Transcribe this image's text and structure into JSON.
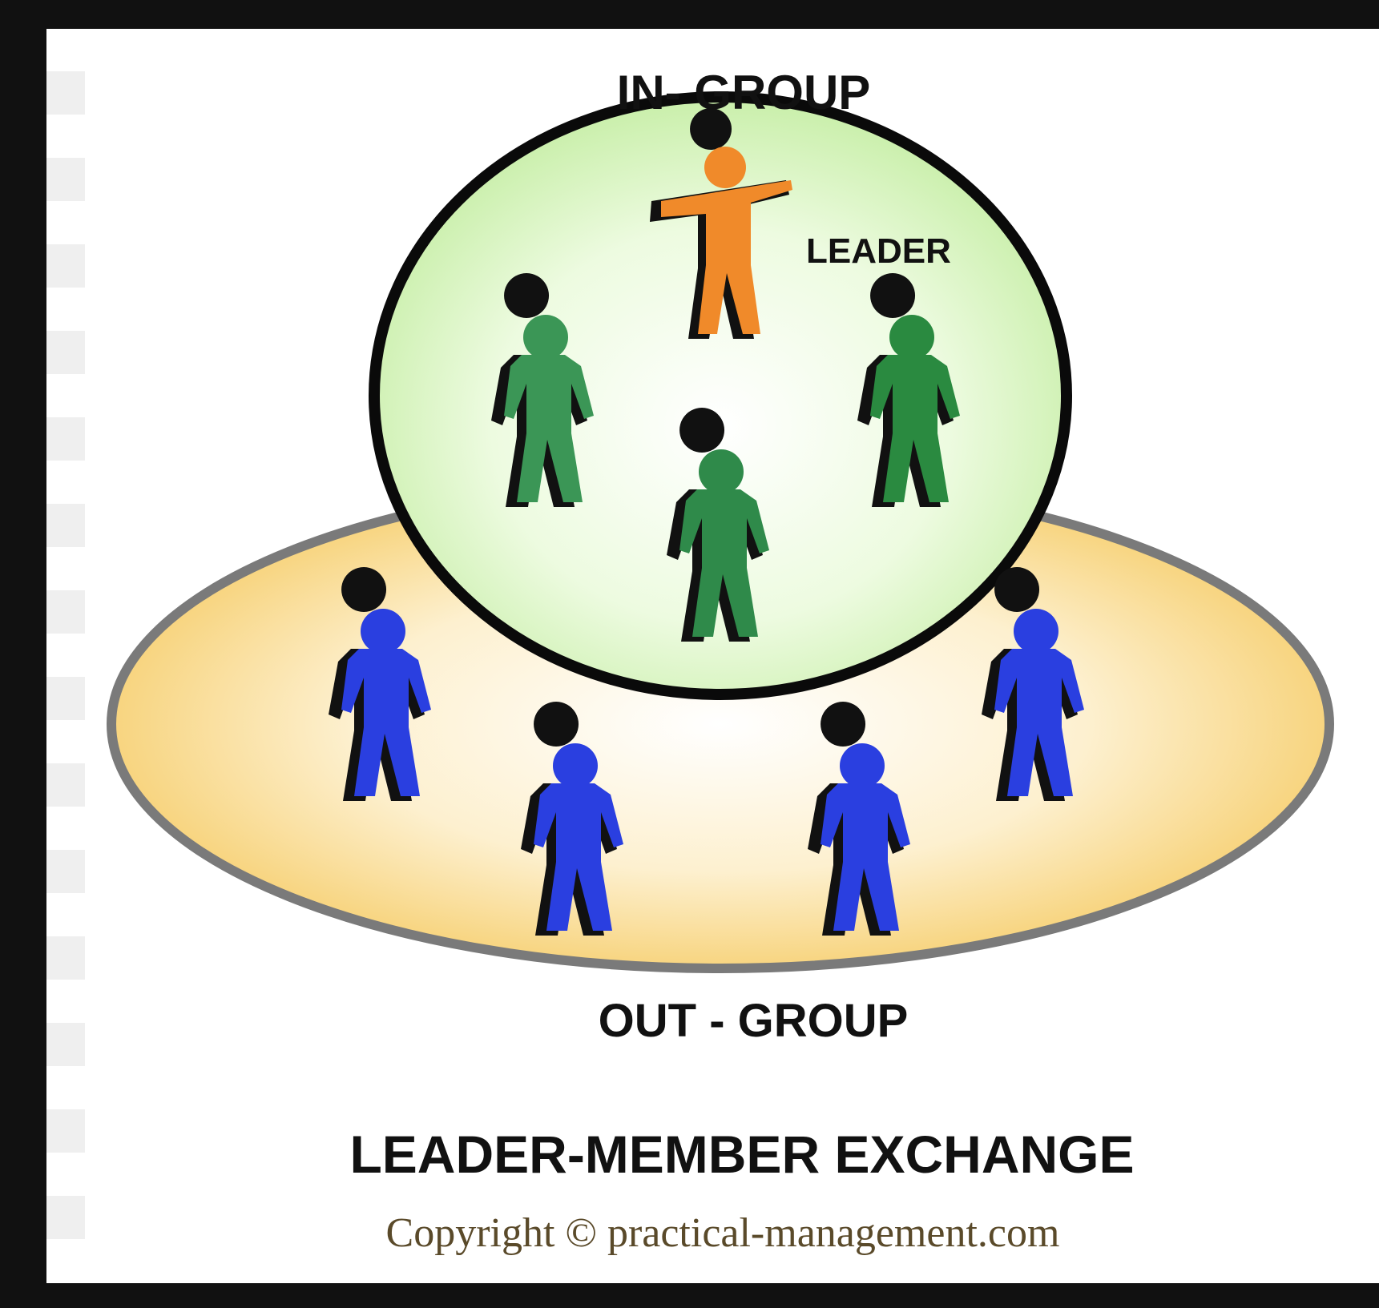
{
  "diagram": {
    "in_group_label": "IN- GROUP",
    "leader_label": "LEADER",
    "out_group_label": "OUT - GROUP",
    "title": "LEADER-MEMBER EXCHANGE",
    "copyright": "Copyright © practical-management.com"
  },
  "colors": {
    "leader": "#f08a2a",
    "in_group_member": "#2f8a4a",
    "out_group_member": "#2a3fe0",
    "in_group_fill": "#d8f5c0",
    "out_group_fill": "#f8d27a",
    "frame": "#111111"
  },
  "icons": {
    "leader": "person-pointing-icon",
    "member": "person-icon"
  }
}
